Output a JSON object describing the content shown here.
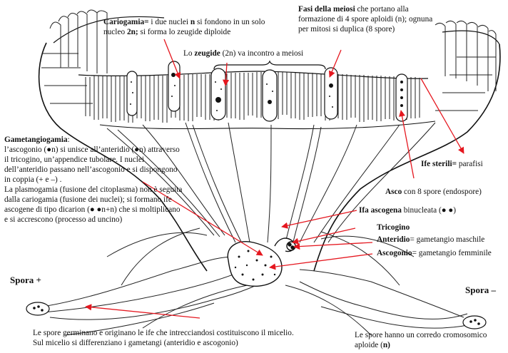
{
  "labels": {
    "cariogamia": {
      "head": "Cariogamia=",
      "t1": " i due nuclei ",
      "n": "n",
      "t2": " si fondono in un solo nucleo ",
      "n2": "2n;",
      "t3": " si forma lo zeugide diploide"
    },
    "zeugide": {
      "t1": "Lo ",
      "head": "zeugide",
      "t2": " (2n) va incontro a meiosi"
    },
    "meiosi": {
      "head": "Fasi della meiosi",
      "t1": " che portano alla formazione di 4 spore aploidi (n); ognuna per mitosi si duplica (8  spore)"
    },
    "gametangiogamia": {
      "head": "Gametangiogamia",
      "head_suffix": ":",
      "body": "l’ascogonio (●n) si unisce all’anteridio (●n) attraverso il tricogino, un’appendice tubolare. I nuclei dell’anteridio passano nell’ascogonio e si dispongono in coppia (+ e –) .\nLa plasmogamia (fusione del citoplasma) non è seguita dalla cariogamia (fusione dei nuclei); si formano ife ascogene di tipo dicarion (● ●n+n) che si moltiplicano e si accrescono (processo ad uncino)"
    },
    "ife_sterili": {
      "head": "Ife sterili=",
      "t1": "  parafisi"
    },
    "asco": {
      "head": "Asco",
      "t1": " con 8 spore (endospore)"
    },
    "ifa_ascogena": {
      "head": "Ifa ascogena",
      "t1": " binucleata (● ●)"
    },
    "tricogino": {
      "head": "Tricogino"
    },
    "anteridio": {
      "head": "Anteridio",
      "t1": "= gametangio maschile"
    },
    "ascogonio": {
      "head": "Ascogonio",
      "t1": "= gametangio femminile"
    },
    "spora_plus": "Spora +",
    "spora_minus": "Spora –",
    "germinano": "Le spore germinano e originano le ife che intrecciandosi costituiscono il micelio.\nSul micelio si differenziano i gametangi (anteridio e ascogonio)",
    "corredo": {
      "t1": "Le spore hanno un  corredo cromosomico aploide (",
      "n": "n)"
    }
  },
  "colors": {
    "arrow": "#e5171f",
    "ink": "#111111"
  }
}
